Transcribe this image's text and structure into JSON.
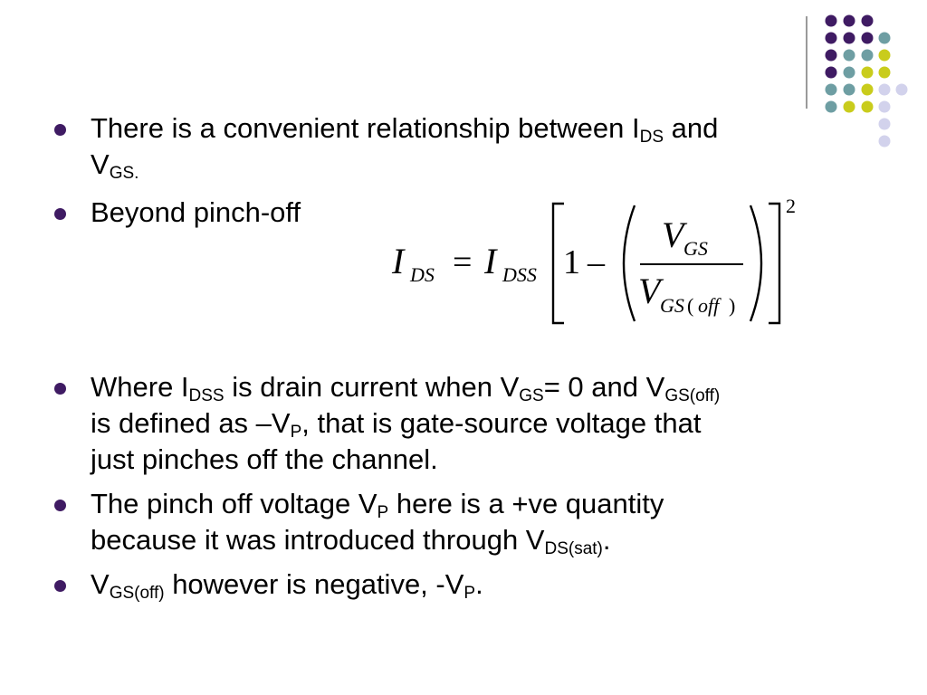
{
  "colors": {
    "purple": "#3f1b63",
    "teal": "#6e9ea3",
    "lime": "#c9cc1c",
    "lavender": "#d2d2ec",
    "rule": "#9a9a9a"
  },
  "bullets": [
    {
      "parts": [
        "There is a convenient relationship between I",
        "DS",
        " and",
        "V",
        "GS."
      ]
    },
    {
      "parts": [
        "Beyond pinch-off"
      ]
    },
    {
      "parts": [
        "Where I",
        "DSS",
        " is drain current when V",
        "GS",
        "= 0 and V",
        "GS(off)",
        "is defined as –V",
        "P",
        ", that is gate-source voltage that",
        "just pinches off the channel."
      ]
    },
    {
      "parts": [
        "The pinch off voltage V",
        "P",
        " here is a +ve quantity",
        "because it was introduced through V",
        "DS(sat)",
        "."
      ]
    },
    {
      "parts": [
        "V",
        "GS(off)",
        " however is negative, -V",
        "P",
        "."
      ]
    }
  ],
  "formula": {
    "I": "I",
    "DS": "DS",
    "equals": "=",
    "DSS": "DSS",
    "one": "1",
    "minus": "–",
    "V": "V",
    "GS": "GS",
    "open_paren": "(",
    "off": "off",
    "close_paren": ")",
    "exponent": "2"
  }
}
